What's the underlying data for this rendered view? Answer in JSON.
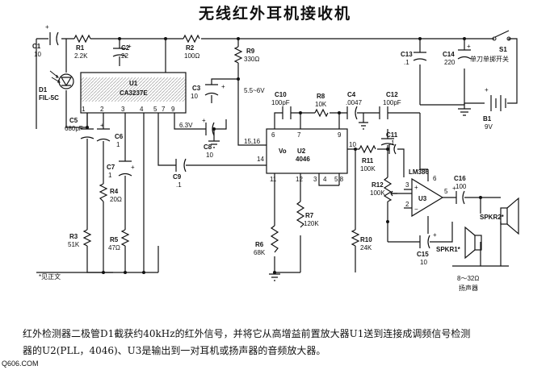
{
  "title": "无线红外耳机接收机",
  "components": {
    "C1": {
      "ref": "C1",
      "value": "10"
    },
    "R1": {
      "ref": "R1",
      "value": "2.2K"
    },
    "C2": {
      "ref": "C2",
      "value": "22"
    },
    "R2": {
      "ref": "R2",
      "value": "100Ω"
    },
    "R9": {
      "ref": "R9",
      "value": "330Ω"
    },
    "C3": {
      "ref": "C3",
      "value": "10"
    },
    "supply": "5.5~6V",
    "C13": {
      "ref": "C13",
      "value": ".1"
    },
    "C14": {
      "ref": "C14",
      "value": "220"
    },
    "S1": {
      "ref": "S1",
      "value": "单刀单掷开关"
    },
    "B1": {
      "ref": "B1",
      "value": "9V"
    },
    "D1": {
      "ref": "D1",
      "value": "FIL-5C"
    },
    "U1": {
      "ref": "U1",
      "value": "CA3237E"
    },
    "C5": {
      "ref": "C5",
      "value": "680pF"
    },
    "C6": {
      "ref": "C6",
      "value": "1"
    },
    "C7": {
      "ref": "C7",
      "value": "1"
    },
    "R4": {
      "ref": "R4",
      "value": "20Ω"
    },
    "R3": {
      "ref": "R3",
      "value": "51K"
    },
    "R5": {
      "ref": "R5",
      "value": "47Ω"
    },
    "C8": {
      "ref": "C8",
      "value": "10"
    },
    "v63": "6.3V",
    "C9": {
      "ref": "C9",
      "value": ".1"
    },
    "C10": {
      "ref": "C10",
      "value": "100pF"
    },
    "R8": {
      "ref": "R8",
      "value": "10K"
    },
    "C4": {
      "ref": "C4",
      "value": ".0047"
    },
    "C12": {
      "ref": "C12",
      "value": "100pF"
    },
    "C11": {
      "ref": "C11",
      "value": ".1"
    },
    "U2": {
      "ref": "U2",
      "value": "4046"
    },
    "vo": "Vo",
    "R11": {
      "ref": "R11",
      "value": "100K"
    },
    "R7": {
      "ref": "R7",
      "value": "120K"
    },
    "R6": {
      "ref": "R6",
      "value": "68K"
    },
    "R10": {
      "ref": "R10",
      "value": "24K"
    },
    "U3": {
      "ref": "U3",
      "value": "LM386"
    },
    "R12": {
      "ref": "R12",
      "value": "100K"
    },
    "C16": {
      "ref": "C16",
      "value": "100"
    },
    "C15": {
      "ref": "C15",
      "value": "10"
    },
    "SPKR2": "SPKR2*",
    "SPKR1": "SPKR1*",
    "spk_note": "8～32Ω",
    "spk_label": "扬声器"
  },
  "pins": {
    "u1_1": "1",
    "u1_2": "2",
    "u1_3": "3",
    "u1_4": "4",
    "u1_5": "5",
    "u1_7": "7",
    "u1_9": "9",
    "u2_6": "6",
    "u2_7": "7",
    "u2_9": "9",
    "u2_1516": "15,16",
    "u2_14": "14",
    "u2_10": "10",
    "u2_11": "11",
    "u2_12": "12",
    "u2_3": "3",
    "u2_4": "4",
    "u2_58": "5,8",
    "u3_2": "2",
    "u3_3": "3",
    "u3_5": "5",
    "u3_6": "6"
  },
  "footnote": "*见正文",
  "caption_line1": "红外检测器二极管D1截获约40kHz的红外信号，并将它从高增益前置放大器U1送到连接成调频信号检测",
  "caption_line2": "器的U2(PLL，4046)、U3是输出到一对耳机或扬声器的音频放大器。",
  "site": "Q606.COM"
}
